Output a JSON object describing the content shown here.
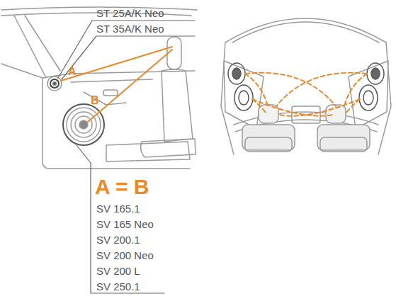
{
  "diagram": {
    "labels": [
      "ST 25A/K Neo",
      "ST 35A/K Neo",
      "A",
      "B",
      "A = B",
      "SV 165.1",
      "SV 165 Neo",
      "SV 200.1",
      "SV 200 Neo",
      "SV 200 L",
      "SV 250.1"
    ]
  }
}
